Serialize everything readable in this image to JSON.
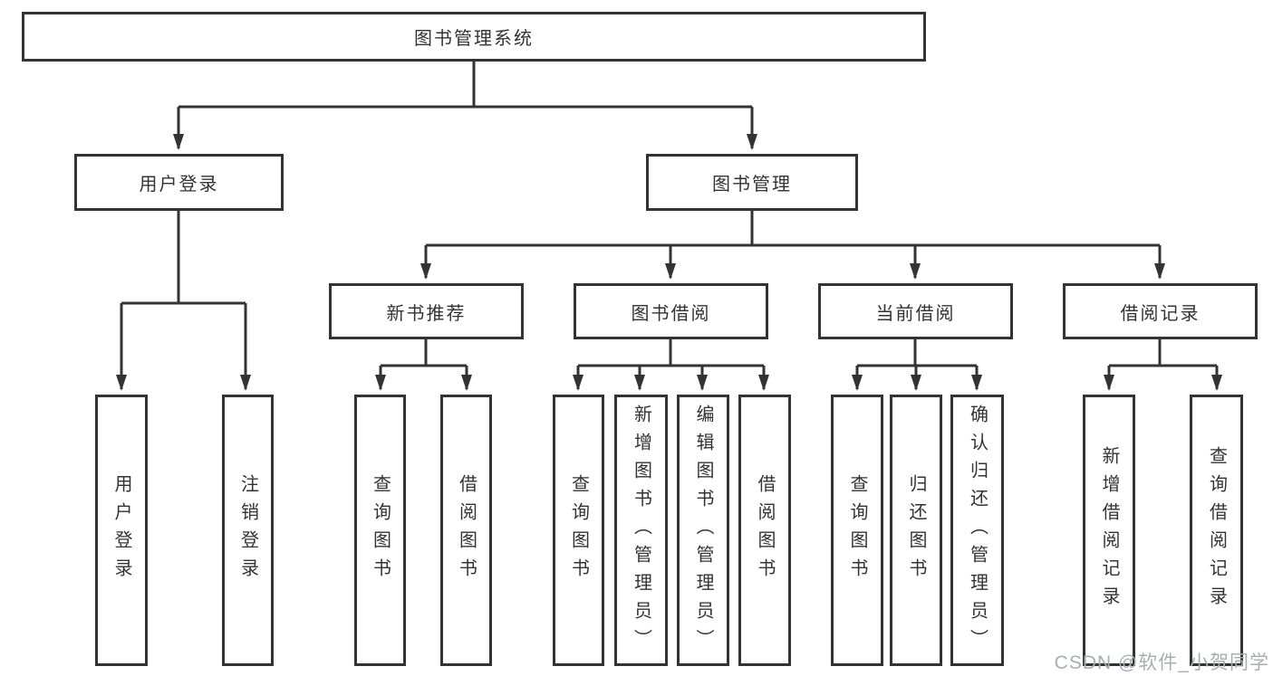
{
  "diagram": {
    "type": "hierarchy-tree",
    "root": {
      "label": "图书管理系统"
    },
    "level2": {
      "user_login_group": {
        "label": "用户登录"
      },
      "book_mgmt": {
        "label": "图书管理"
      }
    },
    "level3": {
      "new_book_rec": {
        "label": "新书推荐",
        "parent": "图书管理"
      },
      "book_borrow": {
        "label": "图书借阅",
        "parent": "图书管理"
      },
      "current_borrow": {
        "label": "当前借阅",
        "parent": "图书管理"
      },
      "borrow_records": {
        "label": "借阅记录",
        "parent": "图书管理"
      }
    },
    "leaves": {
      "user_login": {
        "label": "用户登录",
        "parent": "用户登录"
      },
      "logout": {
        "label": "注销登录",
        "parent": "用户登录"
      },
      "rec_query_books": {
        "label": "查询图书",
        "parent": "新书推荐"
      },
      "rec_borrow_books": {
        "label": "借阅图书",
        "parent": "新书推荐"
      },
      "bb_query_books": {
        "label": "查询图书",
        "parent": "图书借阅"
      },
      "bb_add_books": {
        "label": "新增图书（管理员）",
        "parent": "图书借阅"
      },
      "bb_edit_books": {
        "label": "编辑图书（管理员）",
        "parent": "图书借阅"
      },
      "bb_borrow_books": {
        "label": "借阅图书",
        "parent": "图书借阅"
      },
      "cb_query_books": {
        "label": "查询图书",
        "parent": "当前借阅"
      },
      "cb_return_books": {
        "label": "归还图书",
        "parent": "当前借阅"
      },
      "cb_confirm_return": {
        "label": "确认归还（管理员）",
        "parent": "当前借阅"
      },
      "br_add_record": {
        "label": "新增借阅记录",
        "parent": "借阅记录"
      },
      "br_query_record": {
        "label": "查询借阅记录",
        "parent": "借阅记录"
      }
    },
    "colors": {
      "line": "#333333",
      "box_border": "#333333",
      "box_fill": "#ffffff",
      "text": "#333333",
      "background": "#ffffff",
      "watermark": "#a9adb2"
    }
  },
  "watermark": {
    "text": "CSDN @软件_小贺同学"
  }
}
